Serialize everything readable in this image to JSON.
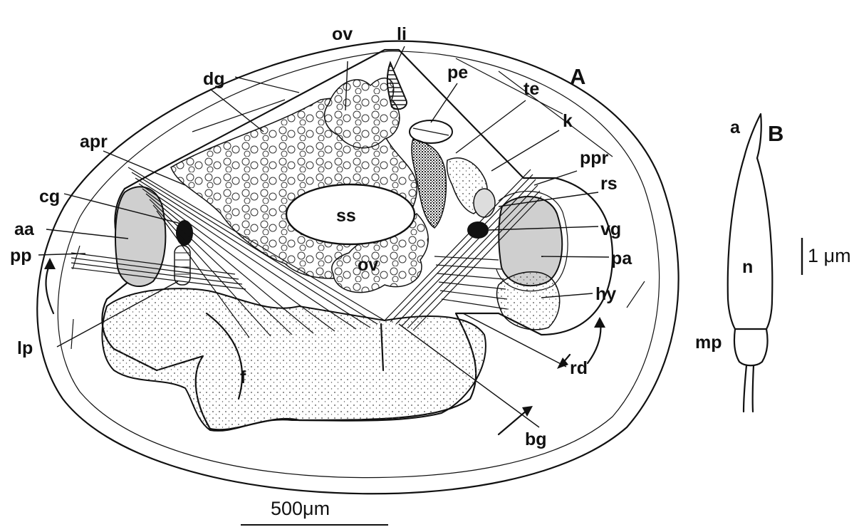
{
  "panel_a": {
    "panel_label": "A",
    "labels": {
      "ov_top": "ov",
      "li": "li",
      "dg": "dg",
      "pe": "pe",
      "te": "te",
      "k": "k",
      "apr": "apr",
      "ppr": "ppr",
      "cg": "cg",
      "rs": "rs",
      "aa": "aa",
      "ss": "ss",
      "vg": "vg",
      "pp": "pp",
      "pa": "pa",
      "ov_mid": "ov",
      "hy": "hy",
      "lp": "lp",
      "f": "f",
      "rd": "rd",
      "bg": "bg"
    },
    "scale_bar": "500μm"
  },
  "panel_b": {
    "panel_label": "B",
    "labels": {
      "a": "a",
      "n": "n",
      "mp": "mp"
    },
    "scale_bar": "1 μm"
  }
}
